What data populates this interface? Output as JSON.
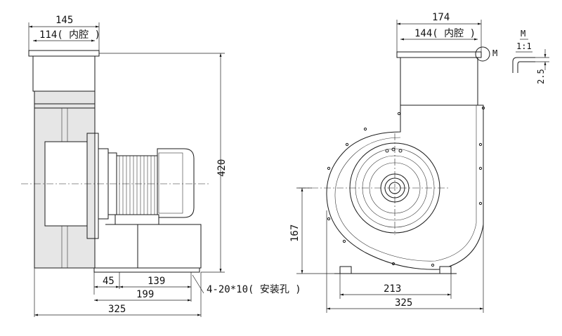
{
  "side_view": {
    "outlet_width": "145",
    "outlet_inner": "114( 内腔 )",
    "height": "420",
    "foot_offset": "45",
    "foot_span": "139",
    "base_to_hole": "199",
    "overall_depth": "325",
    "mount_holes": "4-20*10( 安装孔 )"
  },
  "front_view": {
    "outlet_width": "174",
    "outlet_inner": "144( 内腔 )",
    "shaft_height": "167",
    "foot_span": "213",
    "overall_width": "325",
    "detail_marker": "M"
  },
  "detail": {
    "label": "M",
    "scale": "1:1",
    "thickness": "2.5"
  }
}
